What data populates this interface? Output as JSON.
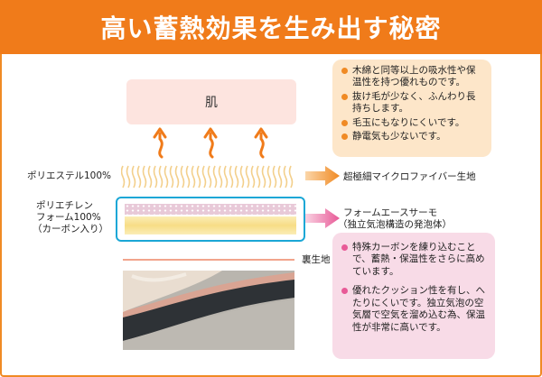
{
  "title": "高い蓄熱効果を生み出す秘密",
  "skin_label": "肌",
  "layers": {
    "polyester": "ポリエステル100%",
    "polyethylene_line1": "ポリエチレン",
    "polyethylene_line2": "フォーム100%",
    "polyethylene_line3": "（カーボン入り）",
    "lining": "裏生地"
  },
  "callouts": {
    "microfiber": "超極細マイクロファイバー生地",
    "foam_line1": "フォームエースサーモ",
    "foam_line2": "（独立気泡構造の発泡体）"
  },
  "microfiber_points": [
    "木綿と同等以上の吸水性や保温性を持つ優れものです。",
    "抜け毛が少なく、ふんわり長持ちします。",
    "毛玉にもなりにくいです。",
    "静電気も少ないです。"
  ],
  "foam_points": [
    "特殊カーボンを練り込むことで、蓄熱・保温性をさらに高めています。",
    "優れたクッション性を有し、へたりにくいです。独立気泡の空気層で空気を溜め込む為、保温性が非常に高いです。"
  ],
  "colors": {
    "brand_orange": "#f07b1a",
    "border_orange": "#f08a24",
    "pink_accent": "#e85a97",
    "frame_blue": "#1aa7d6"
  },
  "icons": [
    "heat-wave-arrow-icon",
    "orange-arrow-icon",
    "pink-arrow-icon",
    "bullet-dot-icon"
  ]
}
